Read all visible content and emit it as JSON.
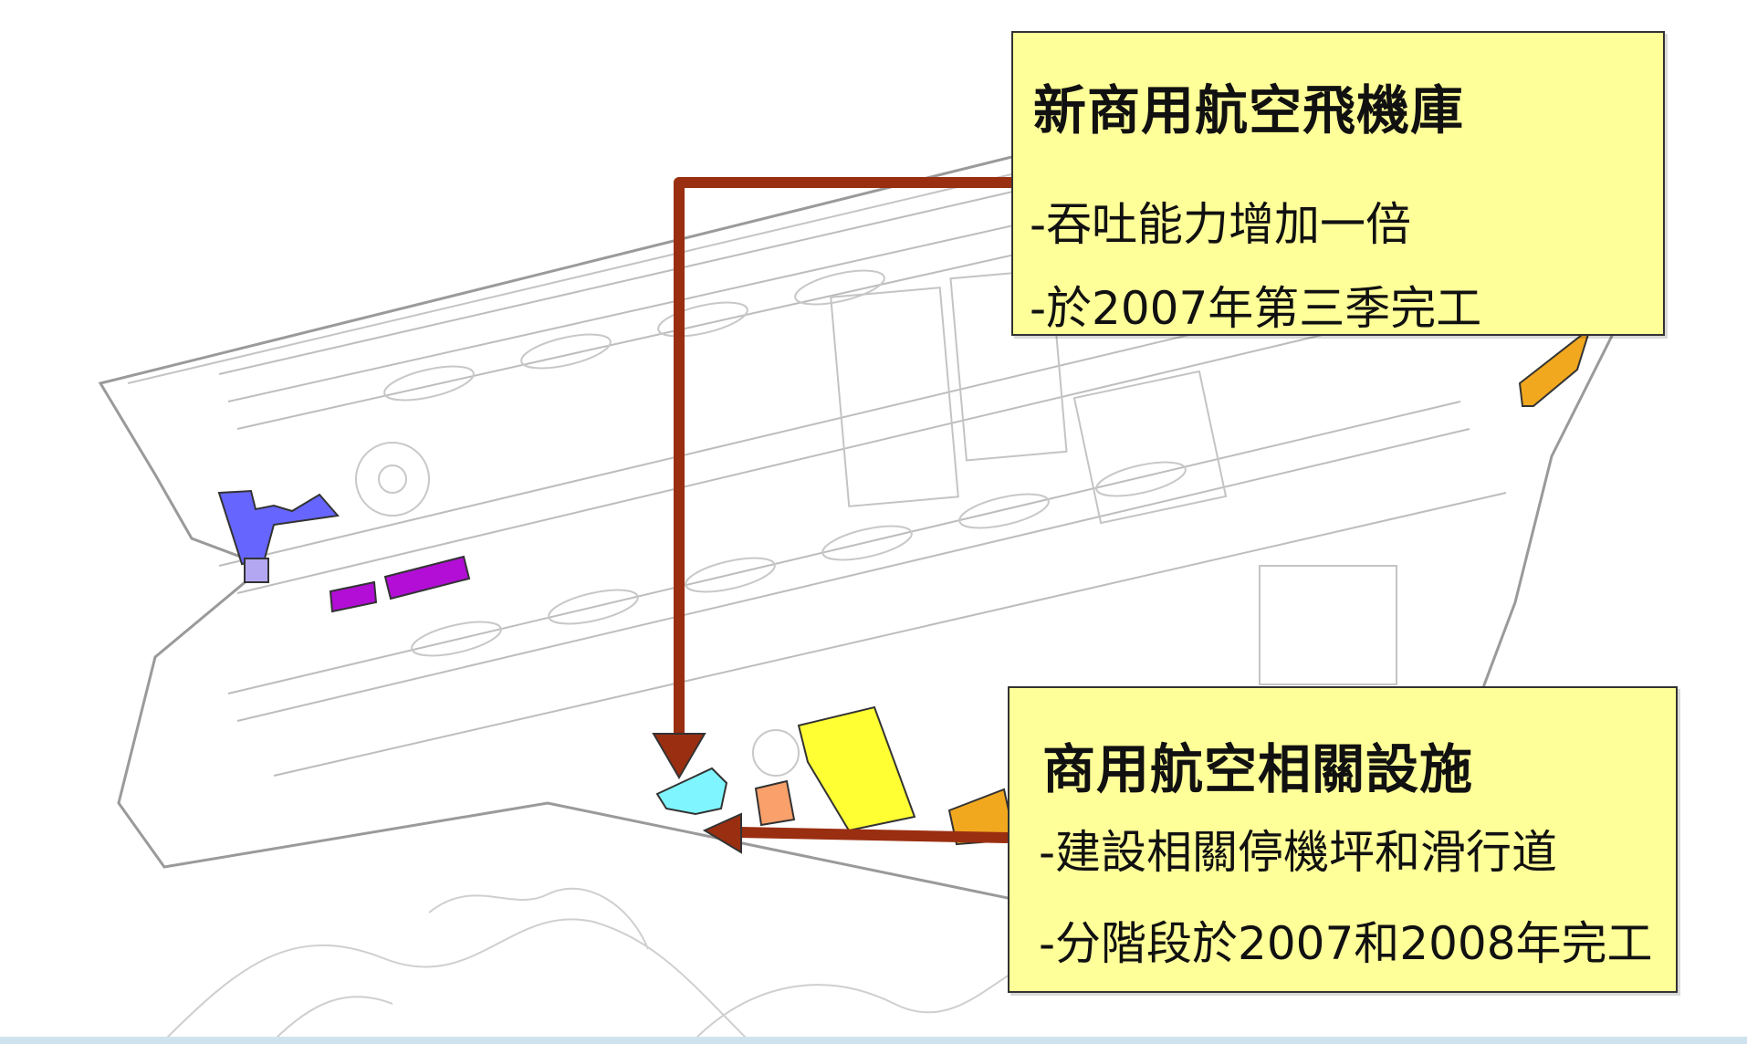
{
  "callouts": {
    "hangar": {
      "title": "新商用航空飛機庫",
      "lines": [
        "-吞吐能力增加一倍",
        "-於2007年第三季完工"
      ]
    },
    "facilities": {
      "title": "商用航空相關設施",
      "lines": [
        "-建設相關停機坪和滑行道",
        "-分階段於2007和2008年完工"
      ]
    }
  },
  "colors": {
    "callout_fill": "#ffff99",
    "arrow": "#9a2e10",
    "zone_blue": "#6666ff",
    "zone_lavender": "#b3a7f2",
    "zone_purple": "#b20ed6",
    "zone_cyan": "#7ff5ff",
    "zone_salmon": "#f9a06b",
    "zone_yellow": "#ffff33",
    "zone_orange": "#f2a81e",
    "linework": "#b8b8b8"
  }
}
